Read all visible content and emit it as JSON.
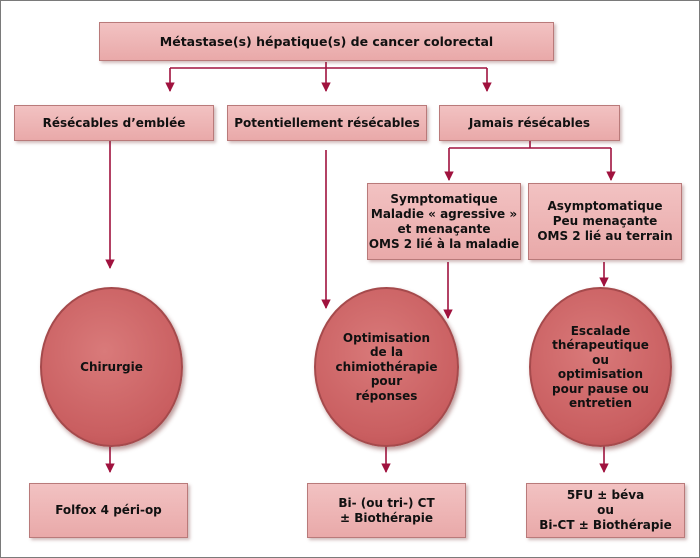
{
  "top": {
    "label": "Métastase(s) hépatique(s) de cancer colorectal"
  },
  "categories": {
    "resecables": "Résécables d’emblée",
    "potentiellement": "Potentiellement résécables",
    "jamais": "Jamais résécables"
  },
  "subgroups": {
    "symptomatique": "Symptomatique\nMaladie « agressive »\net menaçante\nOMS 2 lié à la maladie",
    "asymptomatique": "Asymptomatique\nPeu menaçante\nOMS 2 lié au terrain"
  },
  "circles": {
    "chirurgie": "Chirurgie",
    "optimisation": "Optimisation\nde la\nchimiothérapie\npour\nréponses",
    "escalade": "Escalade\nthérapeutique\nou\noptimisation\npour pause ou\nentretien"
  },
  "outcomes": {
    "folfox": "Folfox 4 péri-op",
    "bict": "Bi- (ou tri-) CT\n± Biothérapie",
    "fu": "5FU ± béva\nou\nBi-CT ± Biothérapie"
  },
  "colors": {
    "arrow": "#a0123e",
    "box": "#eab0b0",
    "circle": "#c95e60"
  }
}
